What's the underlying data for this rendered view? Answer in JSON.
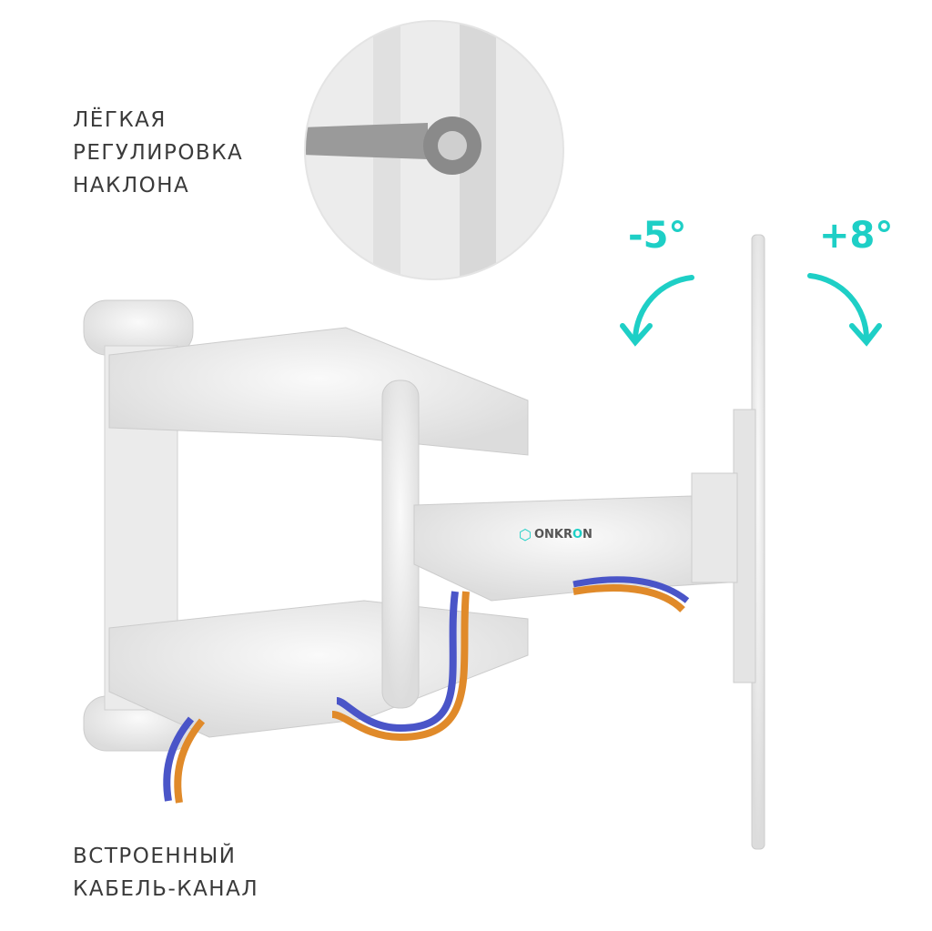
{
  "captions": {
    "tilt_adjust": [
      "ЛЁГКАЯ",
      "РЕГУЛИРОВКА",
      "НАКЛОНА"
    ],
    "cable_channel": [
      "ВСТРОЕННЫЙ",
      "КАБЕЛЬ-КАНАЛ"
    ]
  },
  "tilt": {
    "negative": "-5°",
    "positive": "+8°"
  },
  "brand": {
    "prefix": "ONKR",
    "highlight": "O",
    "suffix": "N"
  },
  "colors": {
    "accent": "#1ecfc6",
    "text": "#3a3a3a",
    "cable_blue": "#4a55c8",
    "cable_orange": "#e08a2a"
  }
}
